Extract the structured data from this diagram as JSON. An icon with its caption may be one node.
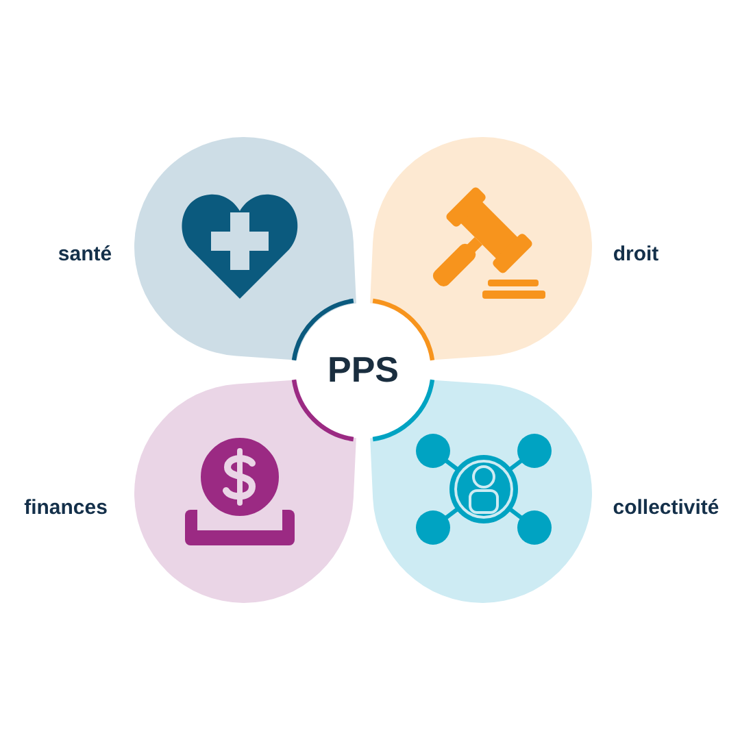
{
  "diagram": {
    "nodes": [
      {
        "text": [],
        "shape": "drop",
        "beside": [
          "santé"
        ]
      },
      {
        "text": [],
        "shape": "drop",
        "beside": [
          "droit"
        ]
      },
      {
        "text": [
          "PPS"
        ]
      },
      {
        "text": [],
        "shape": "drop",
        "beside": [
          "finances"
        ]
      },
      {
        "text": [],
        "shape": "drop",
        "beside": [
          "collectivité"
        ]
      }
    ]
  }
}
